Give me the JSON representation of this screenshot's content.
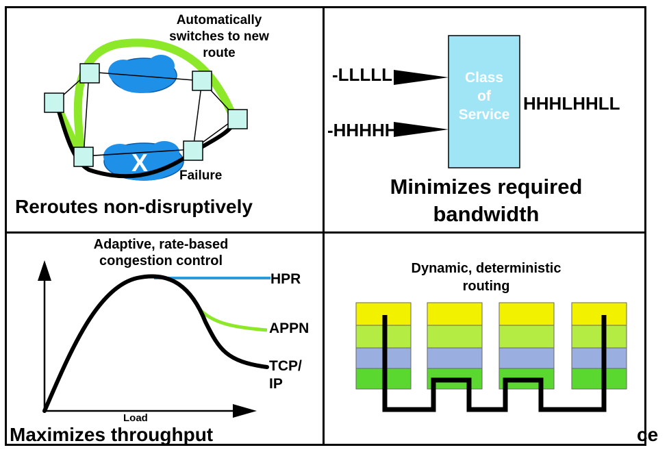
{
  "panels": {
    "reroute": {
      "caption": "Automatically switches to new route",
      "caption_lines": [
        "Automatically",
        "switches to new",
        "route"
      ],
      "failure_mark": "X",
      "failure_label": "Failure",
      "title": "Reroutes non-disruptively"
    },
    "bandwidth": {
      "input_1": "-LLLLL",
      "input_2": "-HHHHH",
      "box_lines": [
        "Class",
        "of",
        "Service"
      ],
      "output": "HHHLHHLL",
      "title_lines": [
        "Minimizes required",
        "bandwidth"
      ]
    },
    "throughput": {
      "caption_lines": [
        "Adaptive, rate-based",
        "congestion control"
      ],
      "series": [
        "HPR",
        "APPN",
        "TCP/",
        "IP"
      ],
      "x_axis": "Load",
      "title": "Maximizes throughput"
    },
    "routing": {
      "caption_lines": [
        "Dynamic, deterministic",
        "routing"
      ],
      "title_fragment": "ce"
    }
  },
  "colors": {
    "cloud": "#1e90e8",
    "cloud_edge": "#0a5aa8",
    "node": "#c8f5ee",
    "green_route": "#8ee82a",
    "cos_box": "#9fe5f5",
    "hpr": "#2a9ad8",
    "appn": "#8ee82a",
    "layer_yellow": "#f2f200",
    "layer_light_green": "#b4ec44",
    "layer_blue": "#9aaee0",
    "layer_green": "#5ad830"
  }
}
